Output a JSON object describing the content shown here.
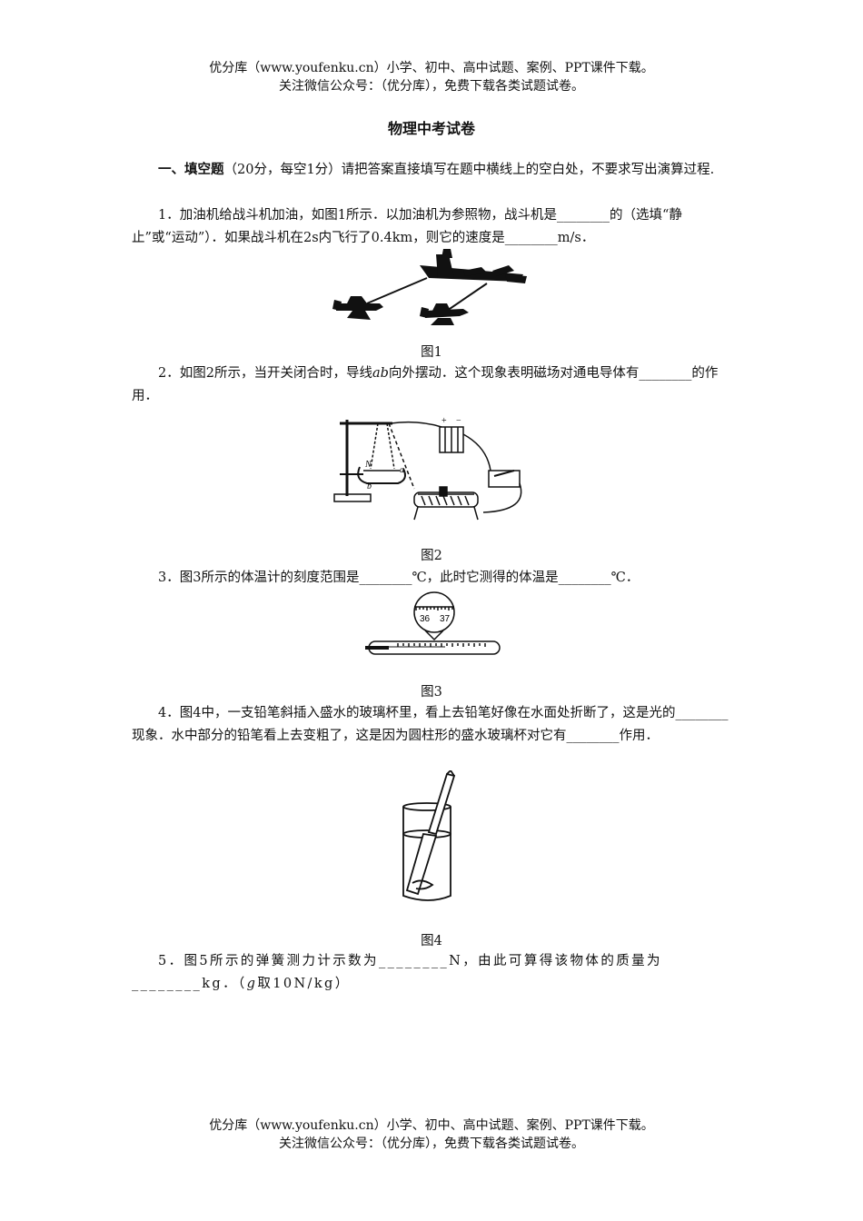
{
  "header": {
    "line1": "优分库（www.youfenku.cn）小学、初中、高中试题、案例、PPT课件下载。",
    "line2": "关注微信公众号：（优分库），免费下载各类试题试卷。"
  },
  "title": "物理中考试卷",
  "section": {
    "heading": "一、填空题",
    "note": "（20分，每空1分）请把答案直接填写在题中横线上的空白处，不要求写出演算过程."
  },
  "questions": [
    {
      "text": "1．加油机给战斗机加油，如图1所示．以加油机为参照物，战斗机是________的（选填“静止”或“运动”）．如果战斗机在2s内飞行了0.4km，则它的速度是________m/s．",
      "figure_caption": "图1"
    },
    {
      "text_before": "2．如图2所示，当开关闭合时，导线",
      "italic": "ab",
      "text_after": "向外摆动．这个现象表明磁场对通电导体有________的作用．",
      "figure_caption": "图2",
      "figure_labels": {
        "n": "N",
        "a": "a",
        "b": "b",
        "plus": "+",
        "minus": "−"
      }
    },
    {
      "text": "3．图3所示的体温计的刻度范围是________℃，此时它测得的体温是________℃．",
      "figure_caption": "图3",
      "scale_labels": [
        "36",
        "37"
      ]
    },
    {
      "text": "4．图4中，一支铅笔斜插入盛水的玻璃杯里，看上去铅笔好像在水面处折断了，这是光的________现象．水中部分的铅笔看上去变粗了，这是因为圆柱形的盛水玻璃杯对它有________作用．",
      "figure_caption": "图4"
    },
    {
      "text_before": "5．图5所示的弹簧测力计示数为________N，由此可算得该物体的质量为________kg．（",
      "italic": "g",
      "text_after": "取10N/kg）"
    }
  ],
  "footer": {
    "line1": "优分库（www.youfenku.cn）小学、初中、高中试题、案例、PPT课件下载。",
    "line2": "关注微信公众号：（优分库），免费下载各类试题试卷。"
  }
}
